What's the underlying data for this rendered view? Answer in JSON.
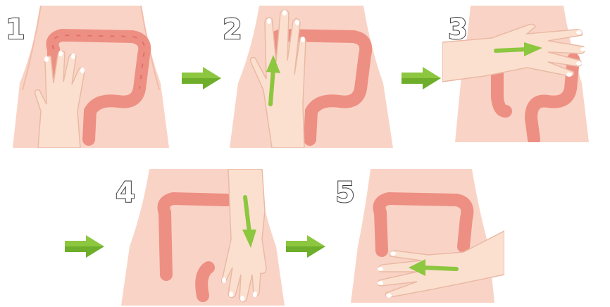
{
  "steps": [
    {
      "number": "1",
      "direction": "none"
    },
    {
      "number": "2",
      "direction": "up"
    },
    {
      "number": "3",
      "direction": "right"
    },
    {
      "number": "4",
      "direction": "down"
    },
    {
      "number": "5",
      "direction": "left"
    }
  ],
  "colors": {
    "skin": "#f9d4c6",
    "skin_dark": "#f2bca9",
    "colon": "#ee8f83",
    "colon_dark": "#e0716a",
    "hand": "#fbe0d0",
    "arrow_green": "#8dc63f",
    "arrow_green_dark": "#5a9e1e",
    "number_accent": "#f19a9a"
  },
  "icons": [
    "abdomen-illustration",
    "colon-icon",
    "hand-icon",
    "direction-arrow-icon",
    "next-step-arrow-icon"
  ]
}
